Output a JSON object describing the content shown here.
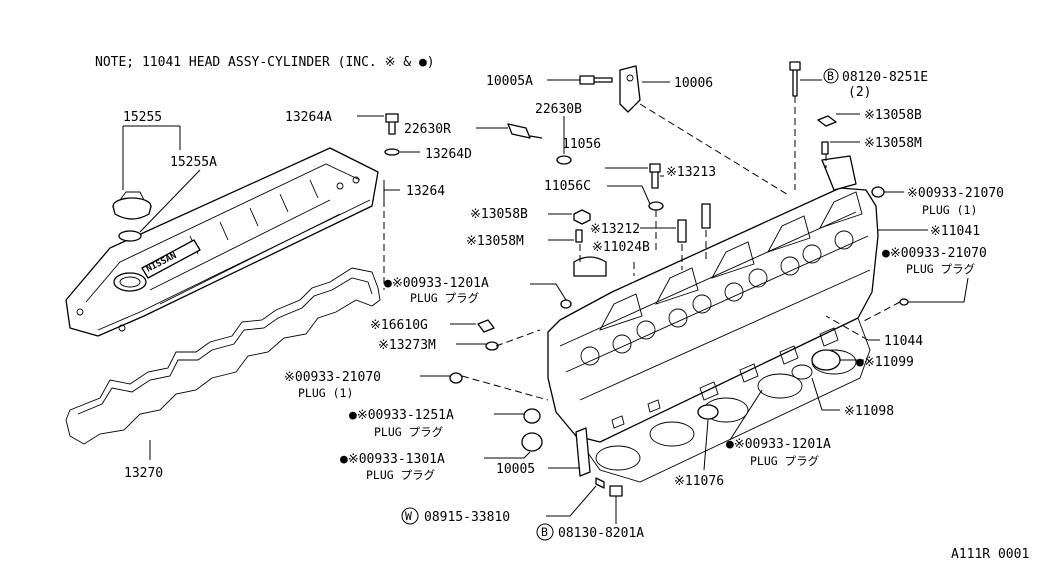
{
  "note": "NOTE; 11041 HEAD ASSY-CYLINDER (INC. ※ & ●)",
  "figure_id": "A111R 0001",
  "valve_cover_logo": "NISSAN",
  "labels": [
    {
      "key": "p15255",
      "text": "15255"
    },
    {
      "key": "p15255a",
      "text": "15255A"
    },
    {
      "key": "p13264a",
      "text": "13264A"
    },
    {
      "key": "p22630r",
      "text": "22630R"
    },
    {
      "key": "p13264d",
      "text": "13264D"
    },
    {
      "key": "p13264",
      "text": "13264"
    },
    {
      "key": "p22630b",
      "text": "22630B"
    },
    {
      "key": "p10005a",
      "text": "10005A"
    },
    {
      "key": "p10006",
      "text": "10006"
    },
    {
      "key": "p08120",
      "text": "08120-8251E"
    },
    {
      "key": "p08120q",
      "text": "(2)"
    },
    {
      "key": "p13058b1",
      "text": "※13058B"
    },
    {
      "key": "p13058m1",
      "text": "※13058M"
    },
    {
      "key": "p11056",
      "text": "11056"
    },
    {
      "key": "p13213",
      "text": "※13213"
    },
    {
      "key": "p11056c",
      "text": "11056C"
    },
    {
      "key": "p00933a",
      "text": "※00933-21070"
    },
    {
      "key": "p00933a_s",
      "text": "PLUG (1)"
    },
    {
      "key": "p13058b2",
      "text": "※13058B"
    },
    {
      "key": "p13212",
      "text": "※13212"
    },
    {
      "key": "p11041",
      "text": "※11041"
    },
    {
      "key": "p13058m2",
      "text": "※13058M"
    },
    {
      "key": "p11024b",
      "text": "※11024B"
    },
    {
      "key": "p00933b",
      "text": "●※00933-21070"
    },
    {
      "key": "p00933b_s",
      "text": "PLUG プラグ"
    },
    {
      "key": "p00933c",
      "text": "●※00933-1201A"
    },
    {
      "key": "p00933c_s",
      "text": "PLUG プラグ"
    },
    {
      "key": "p16610g",
      "text": "※16610G"
    },
    {
      "key": "p13273m",
      "text": "※13273M"
    },
    {
      "key": "p11044",
      "text": "11044"
    },
    {
      "key": "p11099",
      "text": "●※11099"
    },
    {
      "key": "p00933d",
      "text": "※00933-21070"
    },
    {
      "key": "p00933d_s",
      "text": "PLUG (1)"
    },
    {
      "key": "p11098",
      "text": "※11098"
    },
    {
      "key": "p00933e",
      "text": "●※00933-1251A"
    },
    {
      "key": "p00933e_s",
      "text": "PLUG プラグ"
    },
    {
      "key": "p00933f",
      "text": "●※00933-1201A"
    },
    {
      "key": "p00933f_s",
      "text": "PLUG プラグ"
    },
    {
      "key": "p00933g",
      "text": "●※00933-1301A"
    },
    {
      "key": "p00933g_s",
      "text": "PLUG プラグ"
    },
    {
      "key": "p10005",
      "text": "10005"
    },
    {
      "key": "p11076",
      "text": "※11076"
    },
    {
      "key": "p13270",
      "text": "13270"
    },
    {
      "key": "p08915",
      "text": "08915-33810"
    },
    {
      "key": "p08130",
      "text": "08130-8201A"
    }
  ],
  "circle_badges": [
    {
      "key": "b08120",
      "text": "B"
    },
    {
      "key": "b08915",
      "text": "W"
    },
    {
      "key": "b08130",
      "text": "B"
    }
  ]
}
